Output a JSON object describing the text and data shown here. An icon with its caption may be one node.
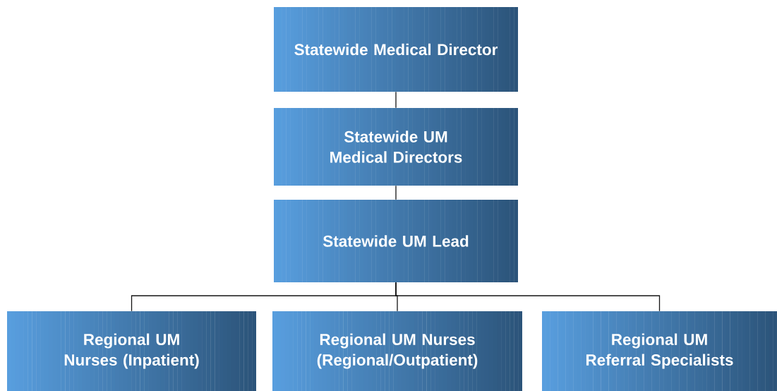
{
  "diagram": {
    "nodes": [
      {
        "text": [
          "Statewide Medical Director"
        ]
      },
      {
        "text": [
          "Statewide UM Medical Directors"
        ]
      },
      {
        "text": [
          "Statewide UM Lead"
        ]
      },
      {
        "text": [
          "Regional UM Nurses (Inpatient)"
        ]
      },
      {
        "text": [
          "Regional UM Nurses (Regional/Outpatient)"
        ]
      },
      {
        "text": [
          "Regional UM Referral Specialists"
        ]
      }
    ],
    "edges": [
      {
        "from": 0,
        "to": 1,
        "arrow": "none"
      },
      {
        "from": 1,
        "to": 2,
        "arrow": "none"
      },
      {
        "from": 2,
        "to": 3,
        "arrow": "none"
      },
      {
        "from": 2,
        "to": 4,
        "arrow": "none"
      },
      {
        "from": 2,
        "to": 5,
        "arrow": "none"
      }
    ]
  }
}
